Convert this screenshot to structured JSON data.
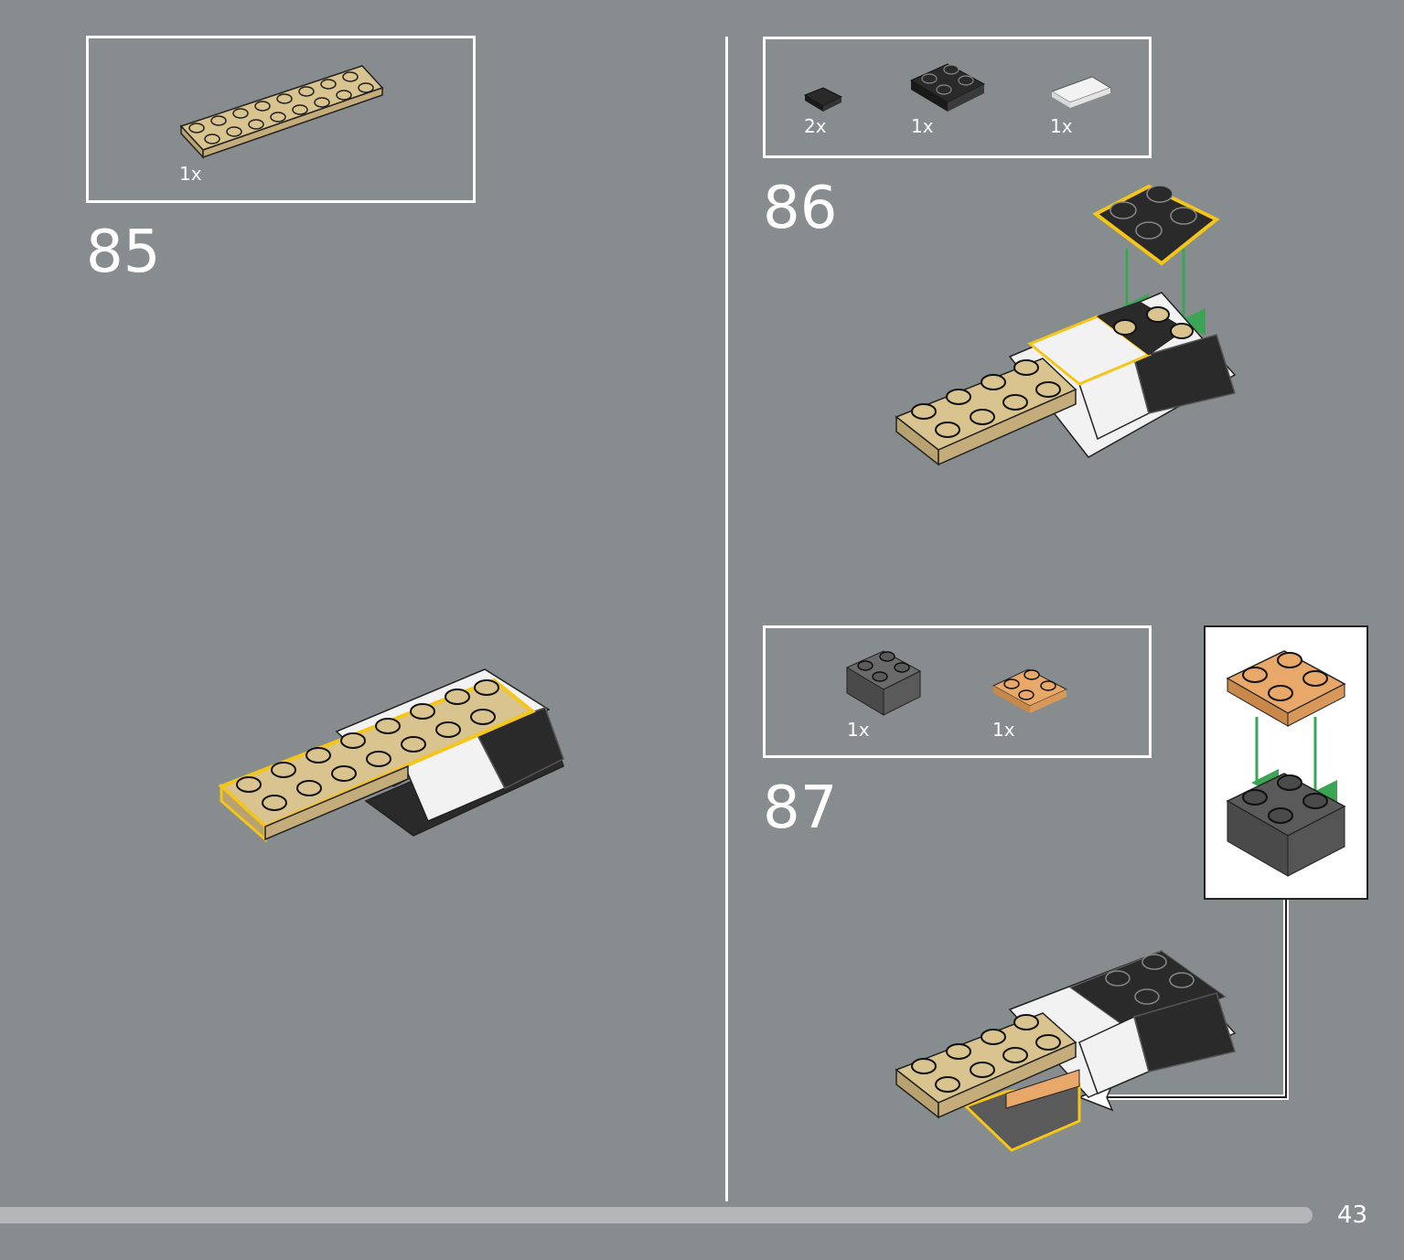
{
  "page": {
    "number": "43",
    "progress_fraction": 0.93
  },
  "steps": [
    {
      "number": "85",
      "parts": [
        {
          "qty": "1x",
          "part": "tan 2x8 plate"
        }
      ]
    },
    {
      "number": "86",
      "parts": [
        {
          "qty": "2x",
          "part": "black 1x1 tile"
        },
        {
          "qty": "1x",
          "part": "black 2x2 plate"
        },
        {
          "qty": "1x",
          "part": "white 1x2 tile"
        }
      ]
    },
    {
      "number": "87",
      "parts": [
        {
          "qty": "1x",
          "part": "dark grey 2x2 brick"
        },
        {
          "qty": "1x",
          "part": "orange 2x2 plate"
        }
      ]
    }
  ],
  "colors": {
    "background": "#878c8e",
    "tan": "#d9c48f",
    "black": "#2a2a2a",
    "white": "#f2f2f2",
    "highlight": "#f5c518",
    "arrow": "#3aa655",
    "orange": "#e8a86a",
    "dark_grey": "#5a5a5a"
  }
}
